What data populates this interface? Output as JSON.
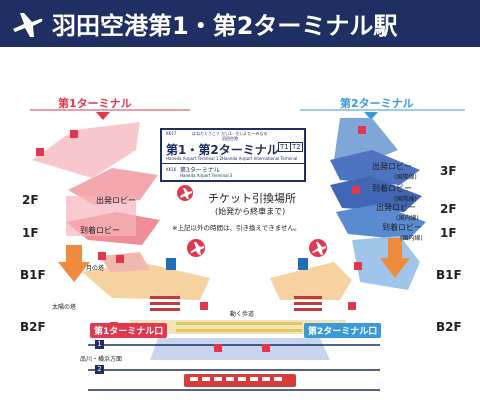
{
  "header": {
    "title": "羽田空港第1・第2ターミナル駅",
    "bg_color": "#1f2e63"
  },
  "terminal1": {
    "title": "第1ターミナル",
    "departure_label": "出発ロビー",
    "arrival_label": "到着ロビー",
    "tower_label": "月の塔",
    "tower_label_2": "太陽の塔",
    "exit_label": "第1ターミナル口",
    "color": "#e2384f"
  },
  "terminal2": {
    "title": "第2ターミナル",
    "departure_label": "出発ロビー",
    "departure_sub": "(国際線)",
    "departure_label_2": "出発ロビー",
    "departure_sub_2": "(国内線)",
    "arrival_label": "到着ロビー",
    "arrival_sub": "(国際線)",
    "arrival_label_2": "到着ロビー",
    "arrival_sub_2": "(国内線)",
    "exit_label": "第2ターミナル口",
    "color": "#3a9ad8"
  },
  "floors_left": [
    "2F",
    "1F",
    "B1F",
    "B2F"
  ],
  "floors_right": [
    "3F",
    "2F",
    "1F",
    "B1F",
    "B2F"
  ],
  "sign": {
    "hiragana": "はねだくうこう だい1・だい2 たーみなる",
    "station_name_small": "羽田空港",
    "main_text": "第1・第2ターミナル",
    "badge1": "T1",
    "badge2": "T2",
    "romaji": "Haneda Airport Terminal 1·2",
    "subtext": "Haneda Airport International Terminal",
    "next_station_jp": "第3ターミナル",
    "next_station_en": "Haneda Airport Terminal 3",
    "code": "KK17",
    "next_code": "KK16"
  },
  "ticket": {
    "title": "チケット引換場所",
    "hours": "(始発から終車まで)",
    "note": "※上記以外の時間は、引き換えできません。"
  },
  "moving_walkway_label": "動く歩道",
  "platform": {
    "track1": "1",
    "track2": "2",
    "direction": "品川・横浜方面"
  }
}
